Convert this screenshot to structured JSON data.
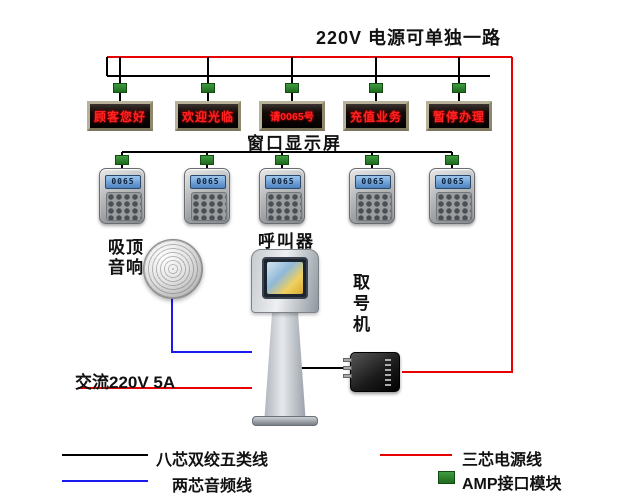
{
  "colors": {
    "power_line": "#e60000",
    "data_line": "#000000",
    "audio_line": "#1a1aee",
    "module_green": "#2c8a2c"
  },
  "top": {
    "power_label": "220V  电源可单独一路"
  },
  "displays": {
    "texts": [
      "顾客您好",
      "欢迎光临",
      "请0065号",
      "充值业务",
      "暂停办理"
    ],
    "caption": "窗口显示屏"
  },
  "callers": {
    "screen_text": "0065",
    "caption": "呼叫器"
  },
  "speaker": {
    "label": "吸顶音响"
  },
  "kiosk": {
    "label": "取号机"
  },
  "power": {
    "ac_label": "交流220V 5A"
  },
  "legend": {
    "cat5_label": "八芯双绞五类线",
    "audio_label": "两芯音频线",
    "power_label": "三芯电源线",
    "amp_label": "AMP接口模块"
  }
}
